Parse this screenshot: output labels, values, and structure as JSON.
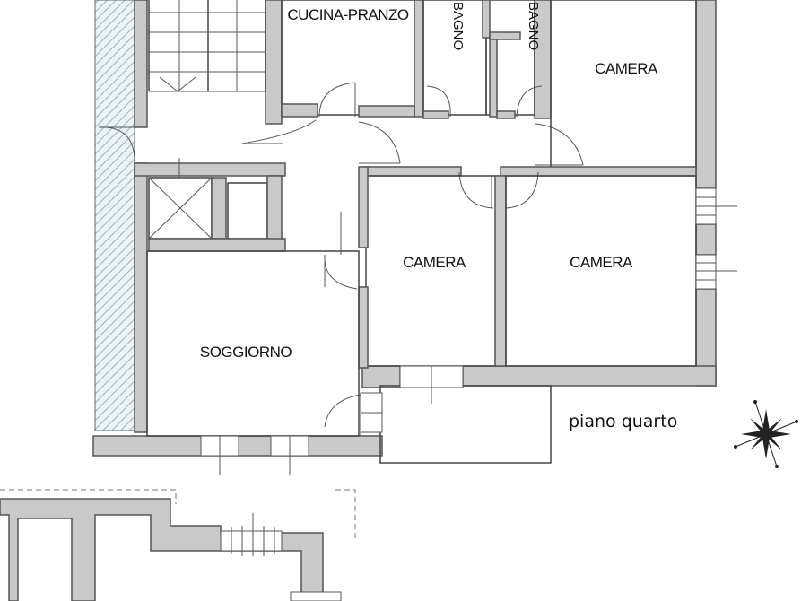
{
  "rooms": {
    "cucina": "CUCINA-PRANZO",
    "bagno1": "BAGNO",
    "bagno2": "BAGNO",
    "camera_top": "CAMERA",
    "camera_mid": "CAMERA",
    "camera_right": "CAMERA",
    "soggiorno": "SOGGIORNO"
  },
  "caption": "piano quarto",
  "compass": "compass-rose",
  "colors": {
    "wall": "#c9c9c9",
    "hatch": "#8fb4c8",
    "ink": "#444444"
  }
}
